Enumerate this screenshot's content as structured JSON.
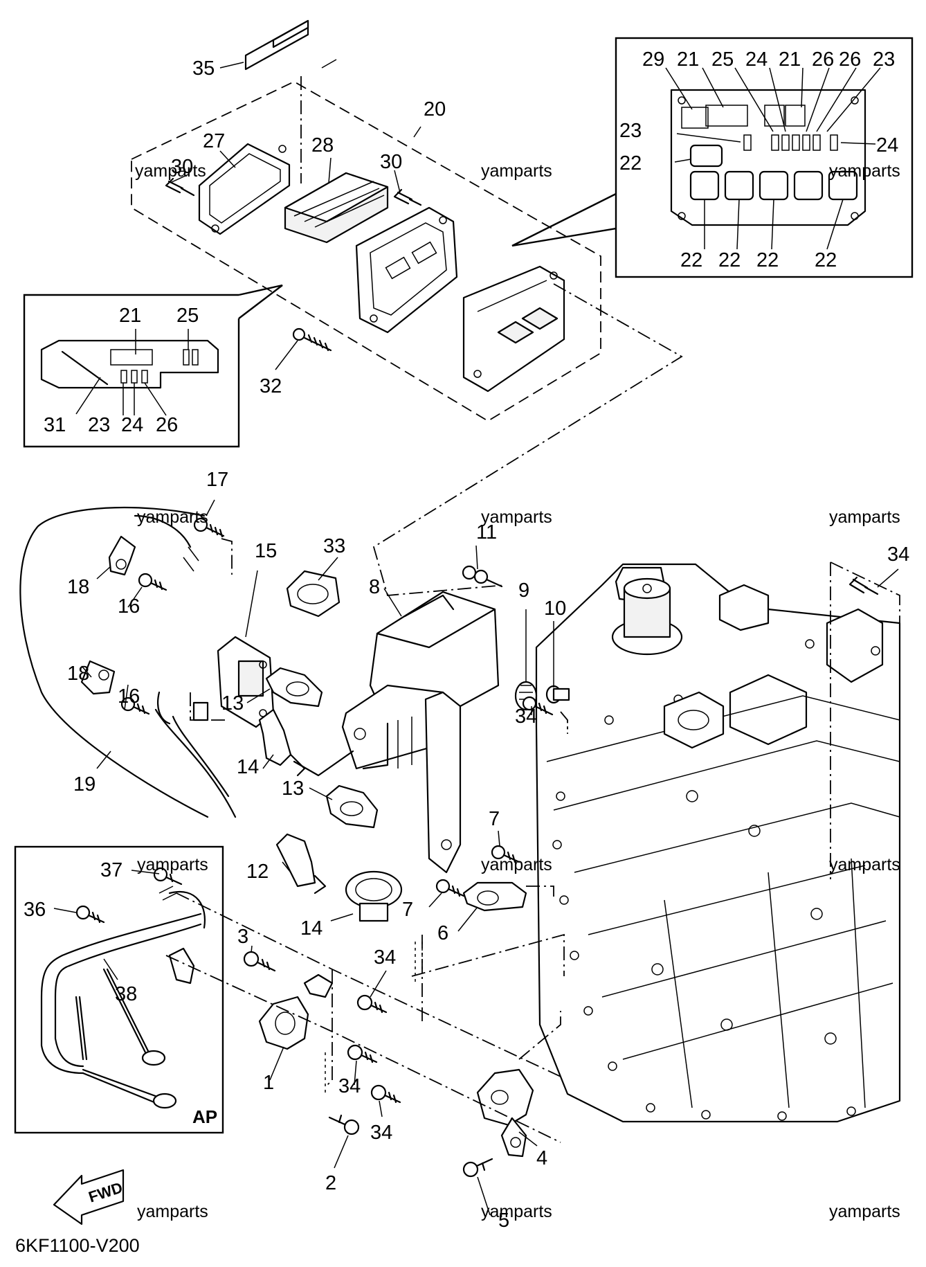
{
  "diagram_code": "6KF1100-V200",
  "watermark": "yamparts",
  "fwd_label": "FWD",
  "ap_label": "AP",
  "callouts": {
    "c1": "1",
    "c2": "2",
    "c3": "3",
    "c4": "4",
    "c5": "5",
    "c6": "6",
    "c7a": "7",
    "c7b": "7",
    "c8": "8",
    "c9": "9",
    "c10": "10",
    "c11": "11",
    "c12": "12",
    "c13a": "13",
    "c13b": "13",
    "c14a": "14",
    "c14b": "14",
    "c15": "15",
    "c16a": "16",
    "c16b": "16",
    "c17": "17",
    "c18a": "18",
    "c18b": "18",
    "c19": "19",
    "c20": "20",
    "c27": "27",
    "c28": "28",
    "c30a": "30",
    "c30b": "30",
    "c32": "32",
    "c33": "33",
    "c34a": "34",
    "c34b": "34",
    "c34c": "34",
    "c34d": "34",
    "c34e": "34",
    "c35": "35",
    "c36": "36",
    "c37": "37",
    "c38": "38",
    "i1_21": "21",
    "i1_25": "25",
    "i1_31": "31",
    "i1_23": "23",
    "i1_24": "24",
    "i1_26": "26",
    "i2_29": "29",
    "i2_21a": "21",
    "i2_25": "25",
    "i2_24a": "24",
    "i2_21b": "21",
    "i2_26a": "26",
    "i2_26b": "26",
    "i2_23a": "23",
    "i2_23b": "23",
    "i2_24b": "24",
    "i2_22a": "22",
    "i2_22b": "22",
    "i2_22c": "22",
    "i2_22d": "22",
    "i2_22e": "22"
  }
}
